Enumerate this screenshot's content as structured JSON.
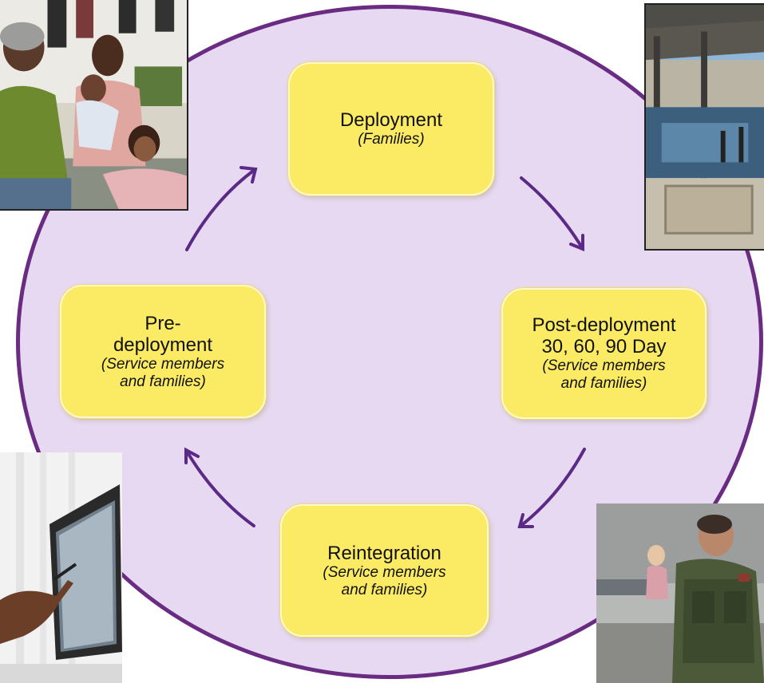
{
  "diagram": {
    "nodes": {
      "deployment": {
        "title": "Deployment",
        "subtitle": "(Families)"
      },
      "post_deployment": {
        "title_1": "Post-deployment",
        "title_2": "30, 60, 90 Day",
        "subtitle_1": "(Service members",
        "subtitle_2": "and families)"
      },
      "reintegration": {
        "title": "Reintegration",
        "subtitle_1": "(Service members",
        "subtitle_2": "and families)"
      },
      "pre_deployment": {
        "title_1": "Pre-",
        "title_2": "deployment",
        "subtitle_1": "(Service members",
        "subtitle_2": "and families)"
      }
    },
    "colors": {
      "circle_fill": "#e6d9f1",
      "circle_border": "#6a2b82",
      "node_fill": "#fbea64",
      "arrow": "#5b2a86"
    },
    "photos": [
      {
        "name": "family-photo",
        "depicts": "family waving outdoors"
      },
      {
        "name": "building-photo",
        "depicts": "military outpost building"
      },
      {
        "name": "computer-photo",
        "depicts": "hand with stylus at computer monitor"
      },
      {
        "name": "soldier-photo",
        "depicts": "service member returning on airfield"
      }
    ]
  }
}
